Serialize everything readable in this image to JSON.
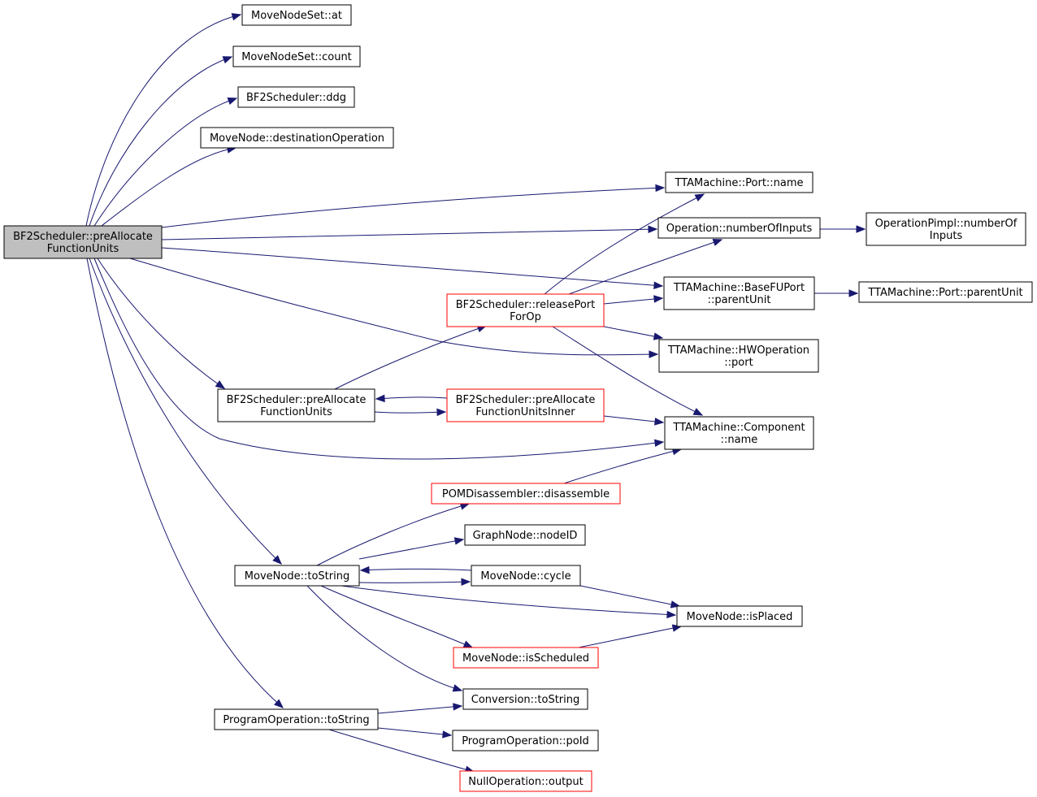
{
  "graph": {
    "root": "BF2Scheduler::preAllocate\nFunctionUnits",
    "nodes": {
      "root": "BF2Scheduler::preAllocate\nFunctionUnits",
      "mns_at": "MoveNodeSet::at",
      "mns_count": "MoveNodeSet::count",
      "bf_ddg": "BF2Scheduler::ddg",
      "mn_dest": "MoveNode::destinationOperation",
      "port_name": "TTAMachine::Port::name",
      "op_numInputs": "Operation::numberOfInputs",
      "opimpl_numOf": "OperationPimpl::numberOf\nInputs",
      "bfu_parent": "TTAMachine::BaseFUPort\n::parentUnit",
      "port_parent": "TTAMachine::Port::parentUnit",
      "release": "BF2Scheduler::releasePort\nForOp",
      "hwop_port": "TTAMachine::HWOperation\n::port",
      "prealloc": "BF2Scheduler::preAllocate\nFunctionUnits",
      "prealloc_inner": "BF2Scheduler::preAllocate\nFunctionUnitsInner",
      "comp_name": "TTAMachine::Component\n::name",
      "pom_dis": "POMDisassembler::disassemble",
      "gn_nodeID": "GraphNode::nodeID",
      "mn_toString": "MoveNode::toString",
      "mn_cycle": "MoveNode::cycle",
      "mn_isPlaced": "MoveNode::isPlaced",
      "mn_isSched": "MoveNode::isScheduled",
      "conv_toString": "Conversion::toString",
      "po_toString": "ProgramOperation::toString",
      "po_poId": "ProgramOperation::poId",
      "null_output": "NullOperation::output"
    },
    "edges": [
      [
        "root",
        "mns_at"
      ],
      [
        "root",
        "mns_count"
      ],
      [
        "root",
        "bf_ddg"
      ],
      [
        "root",
        "mn_dest"
      ],
      [
        "root",
        "port_name"
      ],
      [
        "root",
        "op_numInputs"
      ],
      [
        "root",
        "bfu_parent"
      ],
      [
        "root",
        "hwop_port"
      ],
      [
        "root",
        "prealloc"
      ],
      [
        "root",
        "comp_name"
      ],
      [
        "root",
        "mn_toString"
      ],
      [
        "root",
        "po_toString"
      ],
      [
        "op_numInputs",
        "opimpl_numOf"
      ],
      [
        "bfu_parent",
        "port_parent"
      ],
      [
        "release",
        "port_name"
      ],
      [
        "release",
        "op_numInputs"
      ],
      [
        "release",
        "bfu_parent"
      ],
      [
        "release",
        "hwop_port"
      ],
      [
        "release",
        "comp_name"
      ],
      [
        "prealloc",
        "release"
      ],
      [
        "prealloc",
        "prealloc_inner"
      ],
      [
        "prealloc_inner",
        "prealloc"
      ],
      [
        "prealloc_inner",
        "comp_name"
      ],
      [
        "pom_dis",
        "comp_name"
      ],
      [
        "mn_toString",
        "pom_dis"
      ],
      [
        "mn_toString",
        "gn_nodeID"
      ],
      [
        "mn_toString",
        "mn_cycle"
      ],
      [
        "mn_toString",
        "mn_isPlaced"
      ],
      [
        "mn_toString",
        "mn_isSched"
      ],
      [
        "mn_toString",
        "conv_toString"
      ],
      [
        "mn_cycle",
        "mn_toString"
      ],
      [
        "mn_cycle",
        "mn_isPlaced"
      ],
      [
        "mn_isSched",
        "mn_isPlaced"
      ],
      [
        "po_toString",
        "conv_toString"
      ],
      [
        "po_toString",
        "po_poId"
      ],
      [
        "po_toString",
        "null_output"
      ]
    ],
    "truncated_nodes": [
      "release",
      "prealloc_inner",
      "pom_dis",
      "mn_isSched",
      "null_output"
    ]
  },
  "colors": {
    "edge": "#191970",
    "root_fill": "#bfbfbf",
    "node_border": "#000000",
    "truncated_border": "#ff0000",
    "background": "#ffffff"
  }
}
